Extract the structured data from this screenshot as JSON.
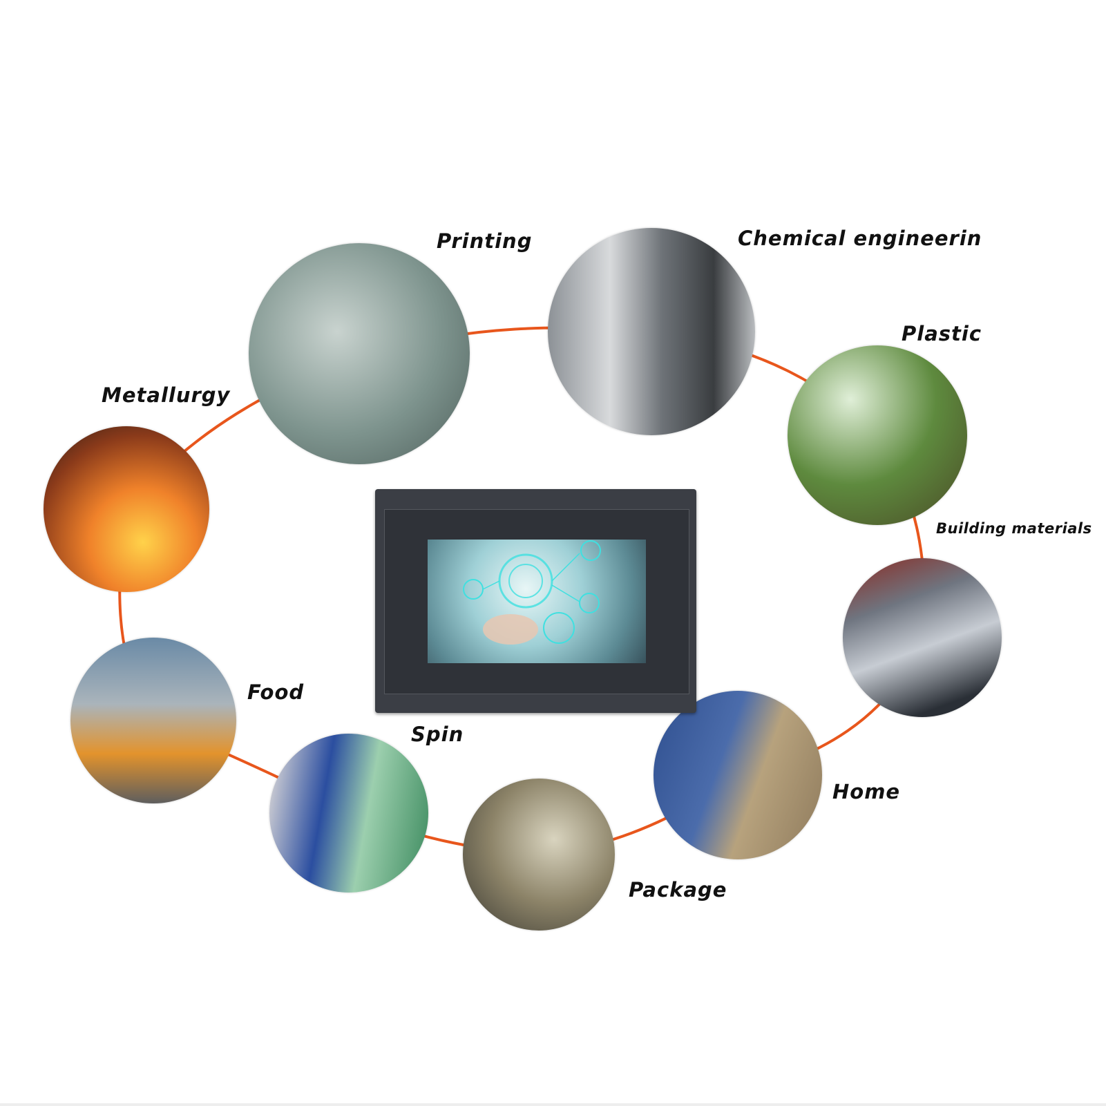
{
  "accent_color": "#e8561c",
  "device": {
    "name": "touchscreen-hmi-panel"
  },
  "applications": [
    {
      "key": "printing",
      "label": "Printing"
    },
    {
      "key": "chemical",
      "label": "Chemical engineerin"
    },
    {
      "key": "plastic",
      "label": "Plastic"
    },
    {
      "key": "building",
      "label": "Building materials"
    },
    {
      "key": "home",
      "label": "Home"
    },
    {
      "key": "package",
      "label": "Package"
    },
    {
      "key": "spin",
      "label": "Spin"
    },
    {
      "key": "food",
      "label": "Food"
    },
    {
      "key": "metallurgy",
      "label": "Metallurgy"
    }
  ]
}
